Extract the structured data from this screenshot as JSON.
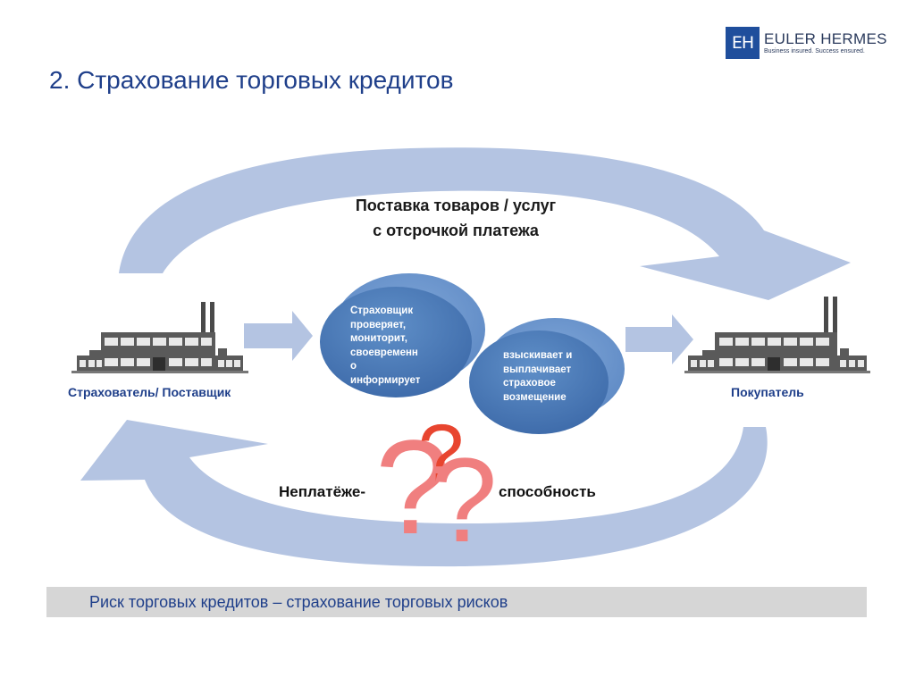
{
  "logo": {
    "mark": "EH",
    "name": "EULER HERMES",
    "tagline": "Business insured. Success ensured."
  },
  "slide": {
    "title": "2. Страхование торговых кредитов"
  },
  "flow": {
    "line1": "Поставка товаров / услуг",
    "line2": "с отсрочкой платежа"
  },
  "parties": {
    "supplier": "Страхователь/ Поставщик",
    "buyer": "Покупатель"
  },
  "insurer_circle": {
    "lines": [
      "Страховщик",
      "проверяет,",
      "мониторит,",
      "своевременн",
      "о",
      "информирует"
    ]
  },
  "claims_circle": {
    "lines": [
      "взыскивает и",
      "выплачивает",
      "страховое",
      "возмещение"
    ]
  },
  "risk": {
    "left": "Неплатёже-",
    "right": "способность",
    "mark": "?"
  },
  "footer": {
    "text": "Риск торговых кредитов – страхование торговых рисков"
  },
  "colors": {
    "title_blue": "#1f3f8a",
    "arrow_light_blue": "#b4c4e2",
    "circle_blue": "#4f81bd",
    "question_red": "#f07f7f",
    "question_orange_red": "#e8452f",
    "footer_gray": "#d6d6d6",
    "footer_chevron": "#1f4e9c"
  }
}
